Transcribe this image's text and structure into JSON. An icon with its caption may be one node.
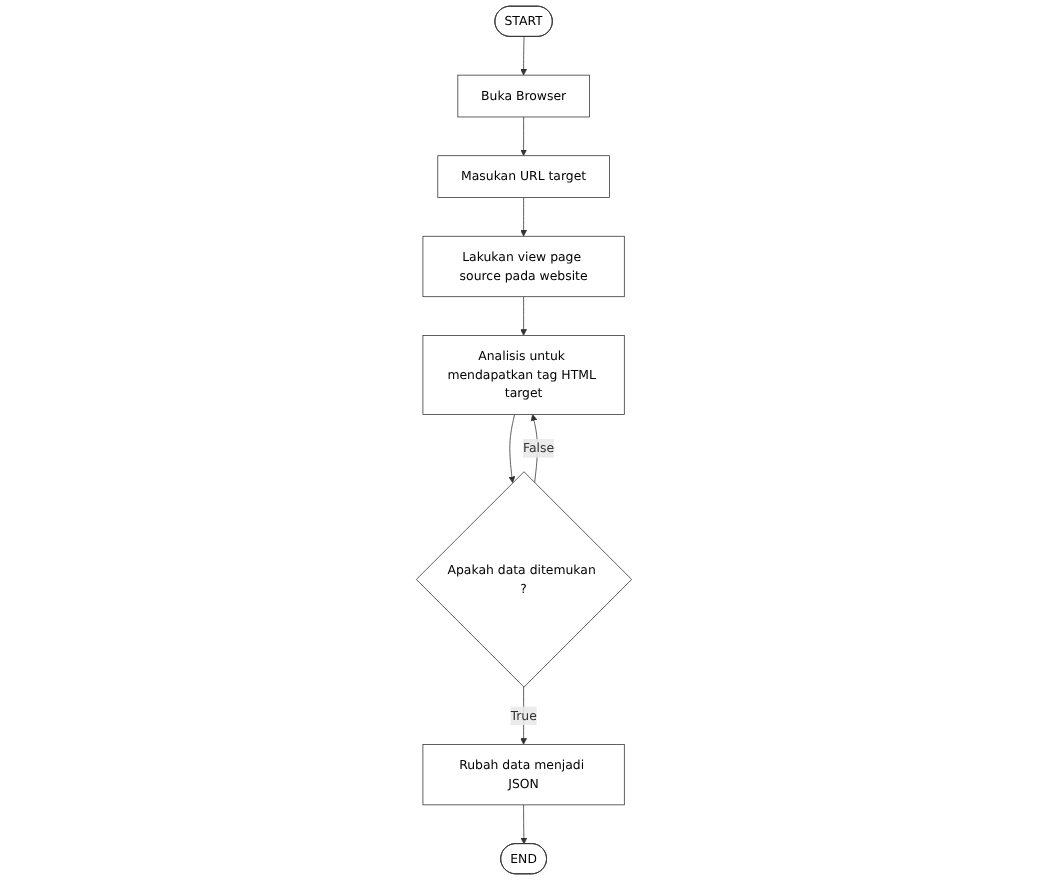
{
  "diagram": {
    "nodes": [
      {
        "text": [
          "START"
        ]
      },
      {
        "text": [
          "Buka Browser"
        ]
      },
      {
        "text": [
          "Masukan URL target"
        ]
      },
      {
        "text": [
          "Lakukan view page source pada website"
        ]
      },
      {
        "text": [
          "Analisis untuk mendapatkan tag HTML target"
        ]
      },
      {
        "text": [
          "Apakah data ditemukan ?"
        ]
      },
      {
        "text": [
          "Rubah data menjadi JSON"
        ]
      },
      {
        "text": [
          "END"
        ]
      }
    ],
    "edges": [
      {
        "from": 0,
        "to": 1,
        "arrow": "to"
      },
      {
        "from": 1,
        "to": 2,
        "arrow": "to"
      },
      {
        "from": 2,
        "to": 3,
        "arrow": "to"
      },
      {
        "from": 3,
        "to": 4,
        "arrow": "to"
      },
      {
        "from": 4,
        "to": 5,
        "arrow": "to"
      },
      {
        "from": 5,
        "to": 6,
        "label": "True",
        "arrow": "to"
      },
      {
        "from": 6,
        "to": 7,
        "arrow": "to"
      },
      {
        "from": 5,
        "to": 4,
        "label": "False",
        "arrow": "to"
      }
    ]
  }
}
